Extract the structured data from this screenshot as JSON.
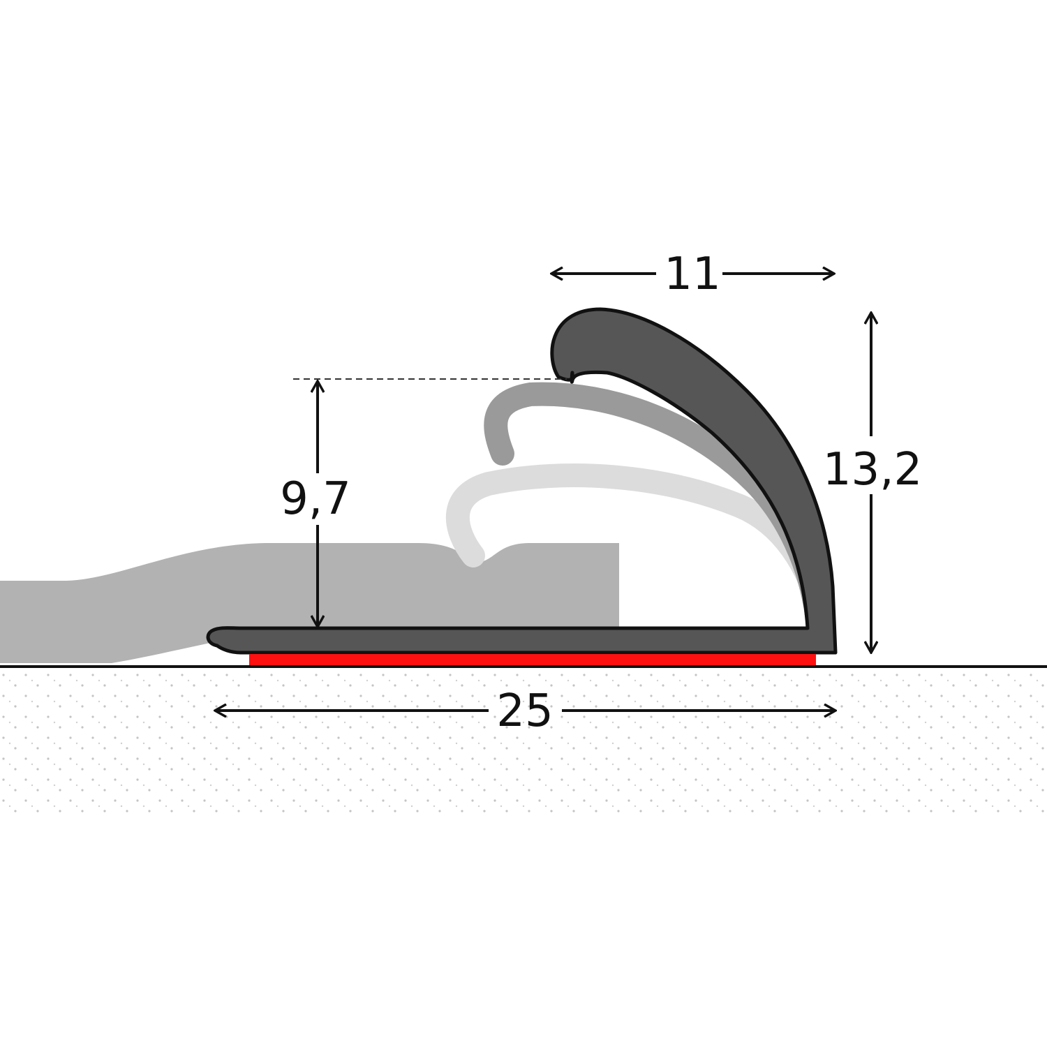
{
  "dimensions": {
    "top_width": "11",
    "total_height": "13,2",
    "inner_height": "9,7",
    "base_width": "25"
  },
  "colors": {
    "background": "#ffffff",
    "profile_fill": "#565656",
    "flex_state_mid": "#9a9a9a",
    "flex_state_light": "#dcdcdc",
    "flooring": "#b3b2b3",
    "adhesive_tape": "#ff1010",
    "substrate_dots": "#c4c4c4",
    "outline": "#111111"
  }
}
